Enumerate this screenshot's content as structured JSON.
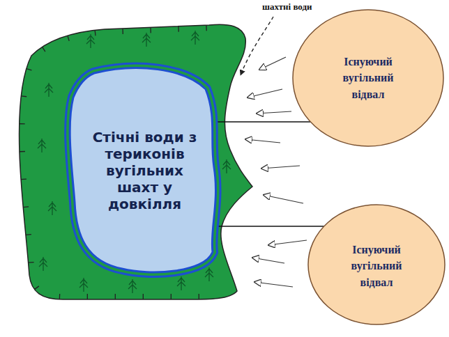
{
  "diagram": {
    "nodes": [
      {
        "text": [
          "Стічні води з териконів вугільних шахт у довкілля"
        ]
      },
      {
        "text": [
          "Існуючий вугільний відвал"
        ]
      },
      {
        "text": [
          "Існуючий вугільний відвал"
        ]
      }
    ],
    "edges": [
      {
        "from": 0,
        "to": 1,
        "arrow": "none"
      },
      {
        "from": 0,
        "to": 2,
        "arrow": "none"
      }
    ],
    "labels": [
      "шахтні води"
    ]
  }
}
